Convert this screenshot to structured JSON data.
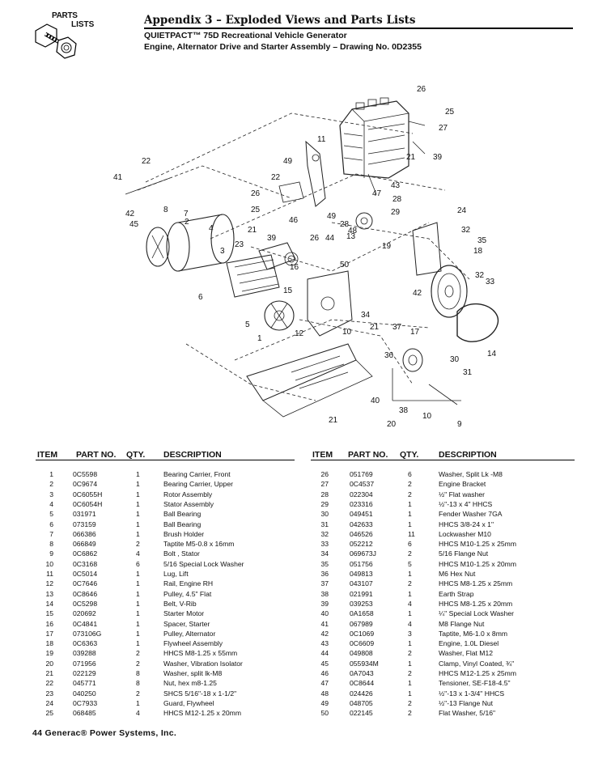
{
  "logo": {
    "line1": "PARTS",
    "line2": "LISTS"
  },
  "header": {
    "title": "Appendix 3 – Exploded Views and Parts Lists",
    "subtitle1": "QUIETPACT™ 75D Recreational Vehicle Generator",
    "subtitle2": "Engine, Alternator Drive and Starter Assembly – Drawing No. 0D2355"
  },
  "diagram": {
    "callouts": [
      "26",
      "25",
      "27",
      "11",
      "39",
      "21",
      "49",
      "22",
      "43",
      "47",
      "28",
      "22",
      "26",
      "29",
      "24",
      "41",
      "8",
      "25",
      "46",
      "49",
      "28",
      "7",
      "42",
      "45",
      "2",
      "4",
      "21",
      "39",
      "26",
      "44",
      "13",
      "48",
      "32",
      "35",
      "23",
      "19",
      "18",
      "3",
      "16",
      "50",
      "33",
      "32",
      "15",
      "6",
      "34",
      "42",
      "5",
      "12",
      "10",
      "21",
      "37",
      "17",
      "14",
      "1",
      "36",
      "30",
      "31",
      "40",
      "38",
      "10",
      "21",
      "20",
      "9"
    ]
  },
  "table": {
    "headers": {
      "item": "ITEM",
      "part": "PART NO.",
      "qty": "QTY.",
      "desc": "DESCRIPTION"
    },
    "left": [
      [
        "1",
        "0C5598",
        "1",
        "Bearing Carrier, Front"
      ],
      [
        "2",
        "0C9674",
        "1",
        "Bearing Carrier, Upper"
      ],
      [
        "3",
        "0C6055H",
        "1",
        "Rotor Assembly"
      ],
      [
        "4",
        "0C6054H",
        "1",
        "Stator Assembly"
      ],
      [
        "5",
        "031971",
        "1",
        "Ball Bearing"
      ],
      [
        "6",
        "073159",
        "1",
        "Ball Bearing"
      ],
      [
        "7",
        "066386",
        "1",
        "Brush Holder"
      ],
      [
        "8",
        "066849",
        "2",
        "Taptite M5-0.8 x 16mm"
      ],
      [
        "9",
        "0C6862",
        "4",
        "Bolt , Stator"
      ],
      [
        "10",
        "0C3168",
        "6",
        "5/16 Special Lock Washer"
      ],
      [
        "11",
        "0C5014",
        "1",
        "Lug, Lift"
      ],
      [
        "12",
        "0C7646",
        "1",
        "Rail, Engine RH"
      ],
      [
        "13",
        "0C8646",
        "1",
        "Pulley, 4.5\" Flat"
      ],
      [
        "14",
        "0C5298",
        "1",
        "Belt, V-Rib"
      ],
      [
        "15",
        "020692",
        "1",
        "Starter Motor"
      ],
      [
        "16",
        "0C4841",
        "1",
        "Spacer, Starter"
      ],
      [
        "17",
        "073106G",
        "1",
        "Pulley, Alternator"
      ],
      [
        "18",
        "0C6363",
        "1",
        "Flywheel Assembly"
      ],
      [
        "19",
        "039288",
        "2",
        "HHCS M8-1.25 x 55mm"
      ],
      [
        "20",
        "071956",
        "2",
        "Washer, Vibration Isolator"
      ],
      [
        "21",
        "022129",
        "8",
        "Washer, split lk-M8"
      ],
      [
        "22",
        "045771",
        "8",
        "Nut, hex m8-1.25"
      ],
      [
        "23",
        "040250",
        "2",
        "SHCS 5/16\"-18 x 1-1/2\""
      ],
      [
        "24",
        "0C7933",
        "1",
        "Guard, Flywheel"
      ],
      [
        "25",
        "068485",
        "4",
        "HHCS M12-1.25 x 20mm"
      ]
    ],
    "right": [
      [
        "26",
        "051769",
        "6",
        "Washer, Split Lk -M8"
      ],
      [
        "27",
        "0C4537",
        "2",
        "Engine Bracket"
      ],
      [
        "28",
        "022304",
        "2",
        "½\" Flat washer"
      ],
      [
        "29",
        "023316",
        "1",
        "½\"-13 x 4\" HHCS"
      ],
      [
        "30",
        "049451",
        "1",
        "Fender Washer 7GA"
      ],
      [
        "31",
        "042633",
        "1",
        "HHCS 3/8-24 x 1\""
      ],
      [
        "32",
        "046526",
        "11",
        "Lockwasher M10"
      ],
      [
        "33",
        "052212",
        "6",
        "HHCS M10-1.25 x 25mm"
      ],
      [
        "34",
        "069673J",
        "2",
        "5/16 Flange Nut"
      ],
      [
        "35",
        "051756",
        "5",
        "HHCS M10-1.25 x 20mm"
      ],
      [
        "36",
        "049813",
        "1",
        "M6 Hex Nut"
      ],
      [
        "37",
        "043107",
        "2",
        "HHCS M8-1.25 x 25mm"
      ],
      [
        "38",
        "021991",
        "1",
        "Earth Strap"
      ],
      [
        "39",
        "039253",
        "4",
        "HHCS M8-1.25 x 20mm"
      ],
      [
        "40",
        "0A1658",
        "1",
        "¼\" Special Lock Washer"
      ],
      [
        "41",
        "067989",
        "4",
        "M8 Flange Nut"
      ],
      [
        "42",
        "0C1069",
        "3",
        "Taptite, M6-1.0 x 8mm"
      ],
      [
        "43",
        "0C6609",
        "1",
        "Engine, 1.0L Diesel"
      ],
      [
        "44",
        "049808",
        "2",
        "Washer, Flat M12"
      ],
      [
        "45",
        "055934M",
        "1",
        "Clamp, Vinyl Coated, ¾\""
      ],
      [
        "46",
        "0A7043",
        "2",
        "HHCS M12-1.25 x 25mm"
      ],
      [
        "47",
        "0C8644",
        "1",
        "Tensioner, SE-F18-4.5\""
      ],
      [
        "48",
        "024426",
        "1",
        "½\"-13 x 1-3/4\" HHCS"
      ],
      [
        "49",
        "048705",
        "2",
        "½\"-13 Flange Nut"
      ],
      [
        "50",
        "022145",
        "2",
        "Flat Washer, 5/16\""
      ]
    ]
  },
  "footer": {
    "text": "44 Generac® Power Systems, Inc."
  }
}
